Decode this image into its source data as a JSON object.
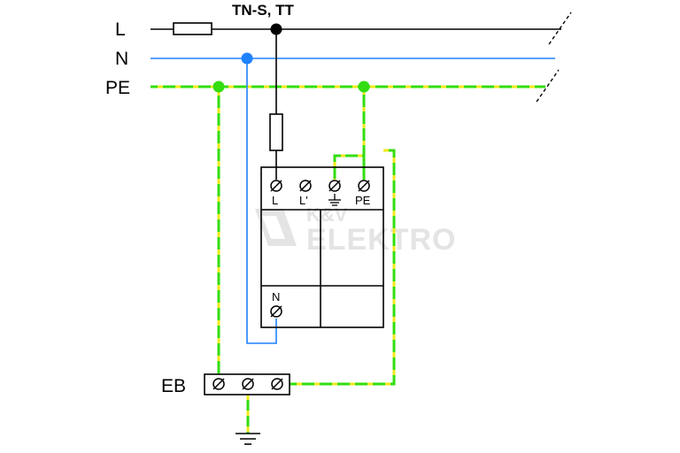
{
  "title": "TN-S, TT",
  "conductors": {
    "l": "L",
    "n": "N",
    "pe": "PE"
  },
  "device_terminals": {
    "l": "L",
    "l_prime": "L'",
    "pe": "PE",
    "n": "N"
  },
  "bar_label": "EB",
  "watermark": {
    "line1": "K&V",
    "line2": "ELEKTRO"
  },
  "colors": {
    "line": "#000000",
    "neutral": "#1e82ff",
    "pe_green": "#33dd11",
    "pe_yellow": "#f2ea1a",
    "watermark": "#e4e4e4"
  }
}
